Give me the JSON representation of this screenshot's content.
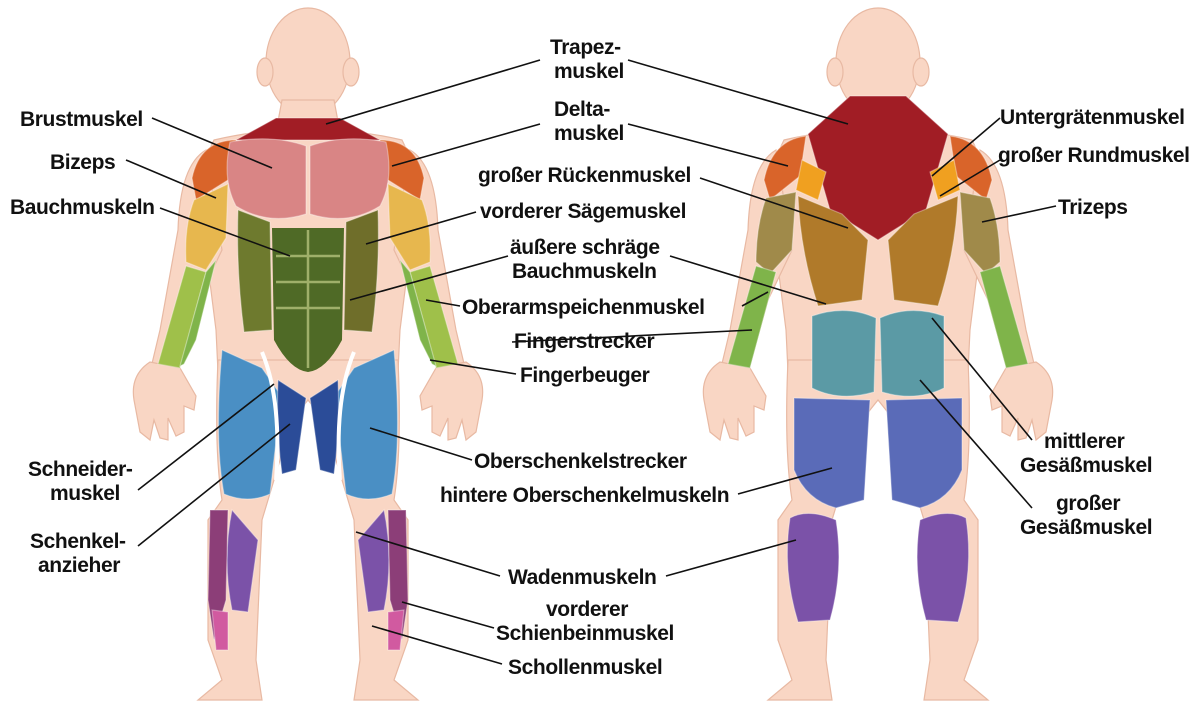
{
  "colors": {
    "skin": "#f9d6c4",
    "trapezius": "#a11d25",
    "deltoid": "#d9642a",
    "chest": "#d98585",
    "biceps": "#e7b74e",
    "abs": "#4f6a26",
    "serratus": "#6f6e2a",
    "obliques": "#6e7a2e",
    "forearm_extensor": "#9fc04a",
    "forearm_flexor": "#7fb44a",
    "quadriceps": "#4a8fc4",
    "adductor": "#2b4c98",
    "sartorius": "#ffffff",
    "calves": "#7b52a8",
    "tibialis": "#8c3e78",
    "soleus": "#d15aa0",
    "lats": "#b07a2a",
    "triceps": "#a08a4a",
    "glutes": "#5b9aa5",
    "hamstrings": "#5a6bb8",
    "rotator": "#f0a020"
  },
  "labels": {
    "trapez_1": "Trapez-",
    "trapez_2": "muskel",
    "delta_1": "Delta-",
    "delta_2": "muskel",
    "brust": "Brustmuskel",
    "bizeps": "Bizeps",
    "bauch": "Bauchmuskeln",
    "ruecken": "großer Rückenmuskel",
    "saege": "vorderer Sägemuskel",
    "schraeg_1": "äußere schräge",
    "schraeg_2": "Bauchmuskeln",
    "oberarmspeichen": "Oberarmspeichenmuskel",
    "fingerstrecker": "Fingerstrecker",
    "fingerbeuger": "Fingerbeuger",
    "schneider_1": "Schneider-",
    "schneider_2": "muskel",
    "schenkel_1": "Schenkel-",
    "schenkel_2": "anzieher",
    "oberschenkelstrecker": "Oberschenkelstrecker",
    "hintere": "hintere Oberschenkelmuskeln",
    "waden": "Wadenmuskeln",
    "vorderer_schien_1": "vorderer",
    "vorderer_schien_2": "Schienbeinmuskel",
    "schollen": "Schollenmuskel",
    "untergraeten": "Untergrätenmuskel",
    "rund": "großer Rundmuskel",
    "trizeps": "Trizeps",
    "mittlerer_1": "mittlerer",
    "mittlerer_2": "Gesäßmuskel",
    "grosser_1": "großer",
    "grosser_2": "Gesäßmuskel"
  }
}
